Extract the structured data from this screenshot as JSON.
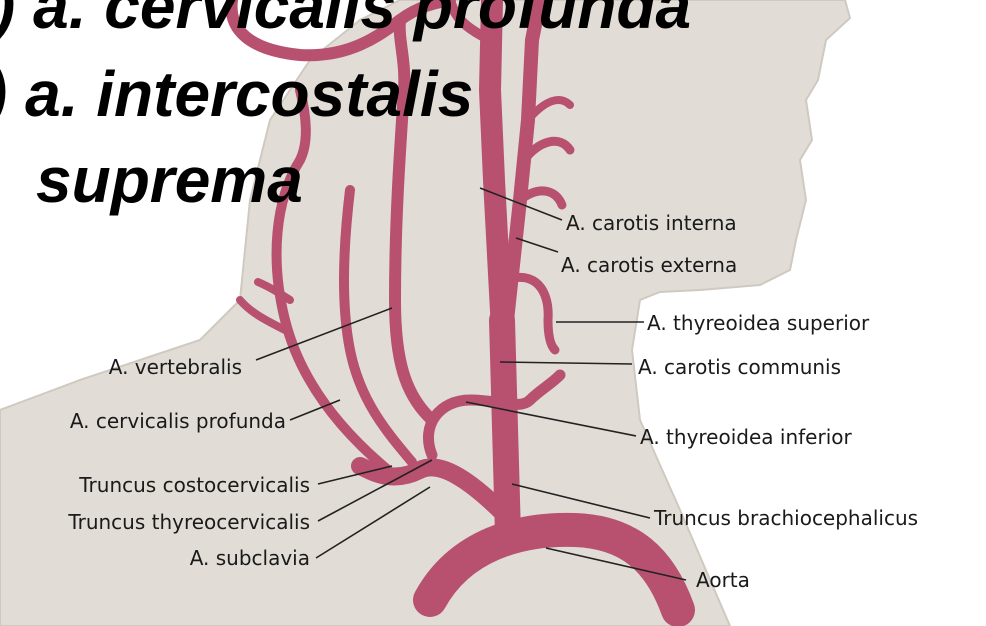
{
  "heading": {
    "line1": ") a. cervicalis profunda",
    "line2": ") a. intercostalis",
    "line3": "suprema"
  },
  "labels": {
    "carotis_interna": "A. carotis interna",
    "carotis_externa": "A. carotis externa",
    "thyreoidea_superior": "A. thyreoidea superior",
    "vertebralis": "A. vertebralis",
    "carotis_communis": "A. carotis communis",
    "cervicalis_profunda": "A. cervicalis profunda",
    "thyreoidea_inferior": "A. thyreoidea inferior",
    "truncus_costocervicalis": "Truncus costocervicalis",
    "truncus_thyreocervicalis": "Truncus thyreocervicalis",
    "truncus_brachiocephalicus": "Truncus brachiocephalicus",
    "subclavia": "A. subclavia",
    "aorta": "Aorta"
  },
  "colors": {
    "background": "#ffffff",
    "body": "#e1ddd6",
    "body_outline": "#cfc9c0",
    "vessel": "#b8516f",
    "leader": "#222222",
    "label_text": "#1a1a1a",
    "heading_text": "#000000"
  }
}
